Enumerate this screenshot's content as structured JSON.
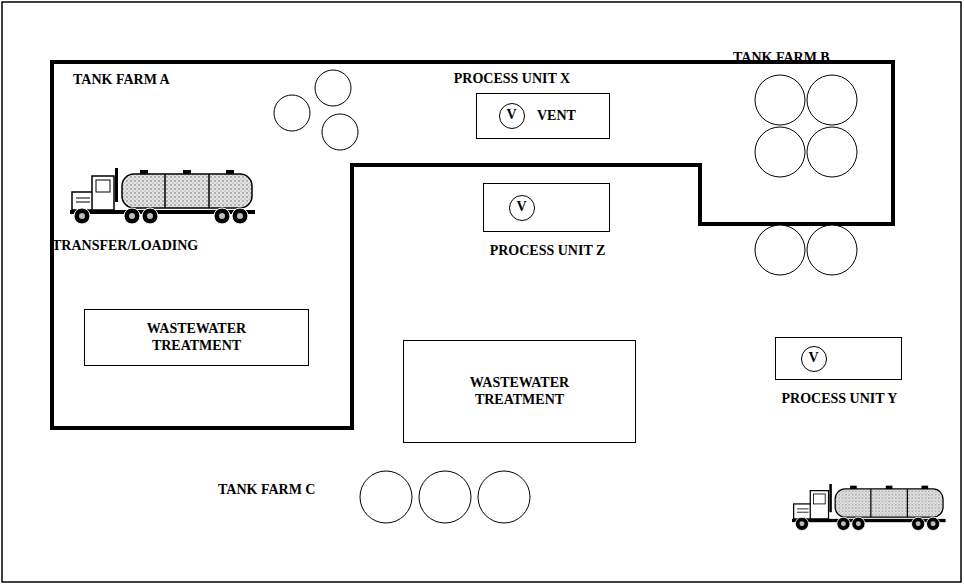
{
  "diagram": {
    "nodes": [
      {
        "text": [
          "PROCESS UNIT X",
          "VENT"
        ]
      },
      {
        "text": [
          "V"
        ],
        "in": 0
      },
      {
        "text": [
          "PROCESS UNIT Z"
        ]
      },
      {
        "text": [
          "V"
        ],
        "in": 2
      },
      {
        "text": [
          "WASTEWATER TREATMENT"
        ]
      },
      {
        "text": [
          "WASTEWATER TREATMENT"
        ]
      },
      {
        "text": [
          "PROCESS UNIT Y"
        ]
      },
      {
        "text": [
          "V"
        ],
        "in": 6
      }
    ],
    "labels": [
      "TANK FARM A",
      "TANK FARM B",
      "TRANSFER/LOADING",
      "TANK FARM C"
    ]
  }
}
